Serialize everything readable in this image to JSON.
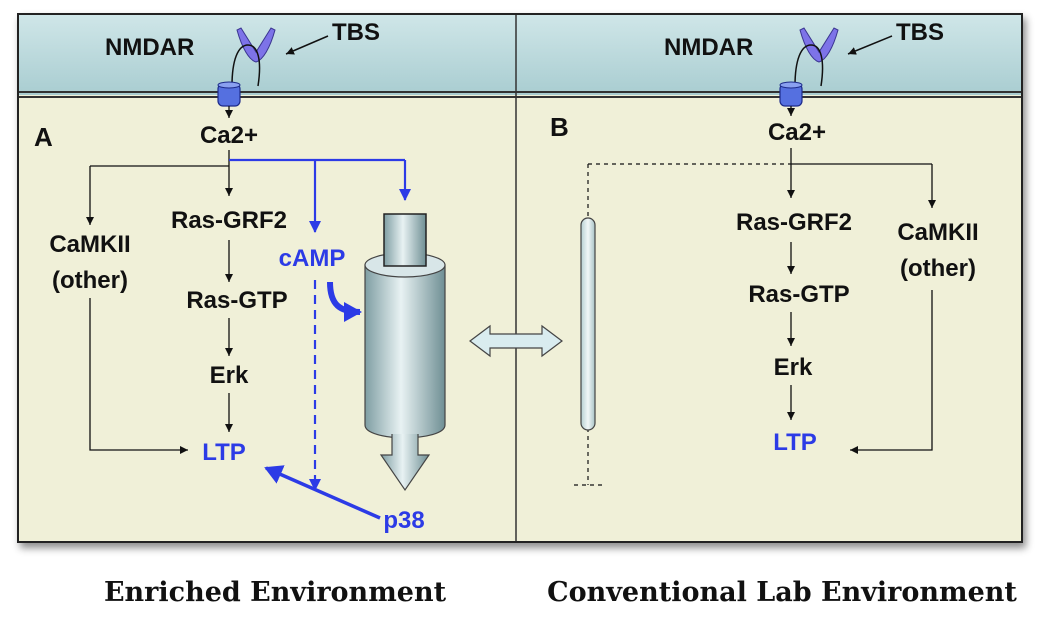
{
  "colors": {
    "membrane": "#b9d9dc",
    "cytoplasm": "#f0f0d8",
    "signal_blue": "#2c3be6",
    "line_black": "#111111",
    "cylinder": "#9fbcc0",
    "receptor_purple": "#7d73e8",
    "channel_blue": "#5570e0"
  },
  "panel_a": {
    "letter": "A",
    "nmdar": "NMDAR",
    "tbs": "TBS",
    "ca": "Ca2+",
    "camkii_1": "CaMKII",
    "camkii_2": "(other)",
    "rasgrf2": "Ras-GRF2",
    "rasgtp": "Ras-GTP",
    "erk": "Erk",
    "ltp": "LTP",
    "camp": "cAMP",
    "p38": "p38"
  },
  "panel_b": {
    "letter": "B",
    "nmdar": "NMDAR",
    "tbs": "TBS",
    "ca": "Ca2+",
    "rasgrf2": "Ras-GRF2",
    "camkii_1": "CaMKII",
    "camkii_2": "(other)",
    "rasgtp": "Ras-GTP",
    "erk": "Erk",
    "ltp": "LTP"
  },
  "captions": {
    "left": "Enriched Environment",
    "right": "Conventional Lab Environment"
  }
}
